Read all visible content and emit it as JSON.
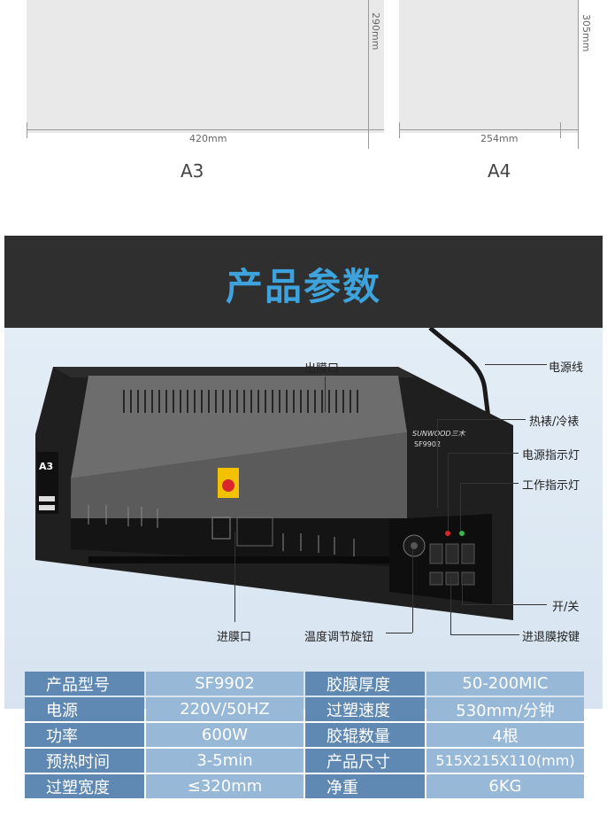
{
  "paper_sizes": {
    "a3": {
      "name": "A3",
      "width_label": "420mm",
      "height_label": "290mm"
    },
    "a4": {
      "name": "A4",
      "width_label": "254mm",
      "height_label": "305mm"
    }
  },
  "banner": {
    "title": "产品参数"
  },
  "machine": {
    "model_text": "SF9902",
    "brand_text": "SUNWOOD三木",
    "size_badge": "A3"
  },
  "callouts": {
    "film_out": "出膜口",
    "power_cord": "电源线",
    "hot_cold": "热裱/冷裱",
    "power_light": "电源指示灯",
    "work_light": "工作指示灯",
    "on_off": "开/关",
    "film_in": "进膜口",
    "temp_knob": "温度调节旋钮",
    "forward_reverse": "进退膜按键"
  },
  "specs": [
    {
      "label1": "产品型号",
      "value1": "SF9902",
      "label2": "胶膜厚度",
      "value2": "50-200MIC"
    },
    {
      "label1": "电源",
      "value1": "220V/50HZ",
      "label2": "过塑速度",
      "value2": "530mm/分钟"
    },
    {
      "label1": "功率",
      "value1": "600W",
      "label2": "胶辊数量",
      "value2": "4根"
    },
    {
      "label1": "预热时间",
      "value1": "3-5min",
      "label2": "产品尺寸",
      "value2": "515X215X110(mm)"
    },
    {
      "label1": "过塑宽度",
      "value1": "≤320mm",
      "label2": "净重",
      "value2": "6KG"
    }
  ],
  "colors": {
    "banner_bg": "#2f2f2f",
    "banner_title": "#3ea3dc",
    "spec_label_bg": "#5f89b3",
    "spec_value_bg": "#97b8d7"
  }
}
